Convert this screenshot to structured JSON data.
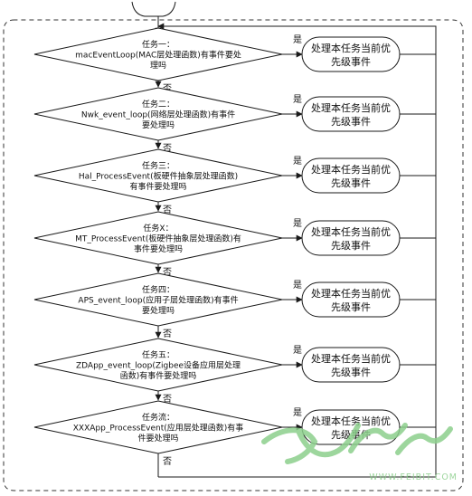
{
  "steps": [
    {
      "lines": [
        "任务一：",
        "macEventLoop(MAC层处理函数)有事件要处",
        "理吗"
      ],
      "yes": "是",
      "no": "否",
      "action": [
        "处理本任务当前优",
        "先级事件"
      ]
    },
    {
      "lines": [
        "任务二：",
        "Nwk_event_loop(网络层处理函数)有事件",
        "要处理吗"
      ],
      "yes": "是",
      "no": "否",
      "action": [
        "处理本任务当前优",
        "先级事件"
      ]
    },
    {
      "lines": [
        "任务三：",
        "Hal_ProcessEvent(板硬件抽象层处理函数)",
        "有事件要处理吗"
      ],
      "yes": "是",
      "no": "否",
      "action": [
        "处理本任务当前优",
        "先级事件"
      ]
    },
    {
      "lines": [
        "任务X：",
        "MT_ProcessEvent(板硬件抽象层处理函数)有",
        "事件要处理吗"
      ],
      "yes": "是",
      "no": "否",
      "action": [
        "处理本任务当前优",
        "先级事件"
      ]
    },
    {
      "lines": [
        "任务四：",
        "APS_event_loop(应用子层处理函数)有事件",
        "要处理吗"
      ],
      "yes": "是",
      "no": "否",
      "action": [
        "处理本任务当前优",
        "先级事件"
      ]
    },
    {
      "lines": [
        "任务五：",
        "ZDApp_event_loop(Zigbee设备应用层处理",
        "函数)有事件要处理吗"
      ],
      "yes": "是",
      "no": "否",
      "action": [
        "处理本任务当前优",
        "先级事件"
      ]
    },
    {
      "lines": [
        "任务流：",
        "XXXApp_ProcessEvent(应用层处理函数)有事",
        "件要处理吗"
      ],
      "yes": "是",
      "no": "否",
      "action": [
        "处理本任务当前优",
        "先级事件"
      ]
    }
  ],
  "watermark": {
    "text": "WWW.FEIBIT.COM"
  },
  "colors": {
    "line": "#1a1a1a",
    "watermark": "#8ccf8c",
    "background": "#ffffff"
  }
}
